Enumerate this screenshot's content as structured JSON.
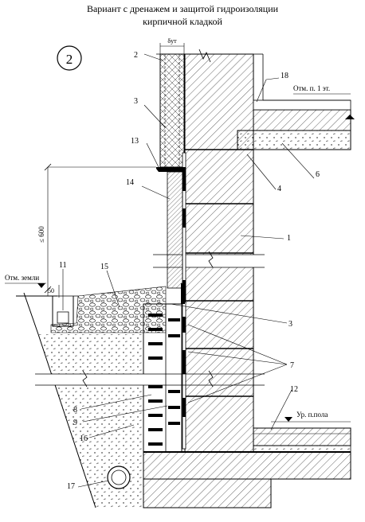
{
  "title": {
    "line1": "Вариант с дренажем и защитой гидроизоляции",
    "line2": "кирпичной кладкой"
  },
  "figure_number": "2",
  "dimension_label_top": "δут",
  "dimension_label_height": "≤ 600",
  "dimension_label_50": "50",
  "elevation_labels": {
    "floor_1": "Отм. п. 1 эт.",
    "ground": "Отм. земли",
    "floor_level": "Ур. п.пола"
  },
  "callouts": {
    "c1": "1",
    "c2": "2",
    "c3a": "3",
    "c3b": "3",
    "c4": "4",
    "c6": "6",
    "c7": "7",
    "c8": "8",
    "c9": "9",
    "c11": "11",
    "c12": "12",
    "c13": "13",
    "c14": "14",
    "c15": "15",
    "c16": "16",
    "c17": "17",
    "c18": "18"
  }
}
